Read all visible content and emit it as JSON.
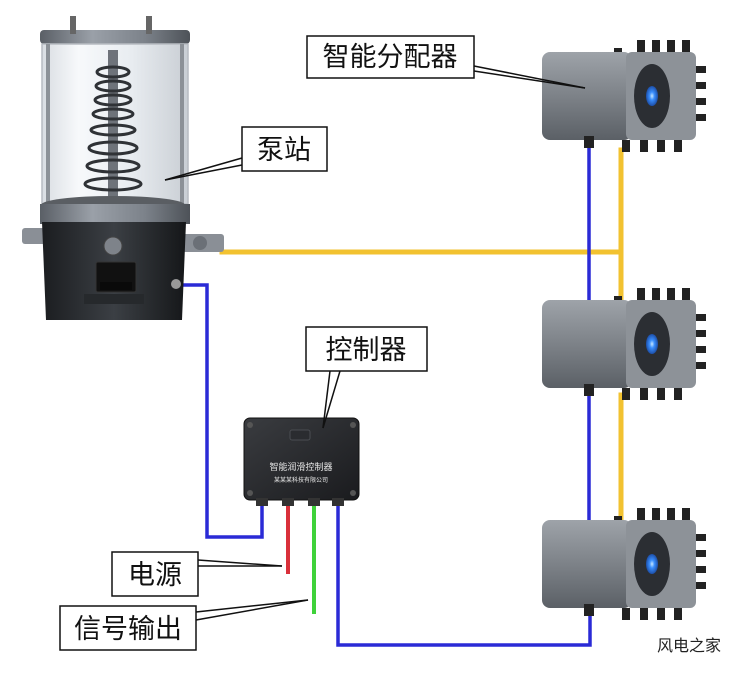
{
  "labels": {
    "distributor": "智能分配器",
    "pump": "泵站",
    "controller": "控制器",
    "power": "电源",
    "signal": "信号输出"
  },
  "controller_box": {
    "title": "智能润滑控制器",
    "maker": "某某某科技有限公司"
  },
  "watermark": "风电之家",
  "colors": {
    "grease_line": "#f2c230",
    "signal_line": "#2a2ad6",
    "power_line": "#d9303a",
    "output_line": "#3fd23a"
  }
}
